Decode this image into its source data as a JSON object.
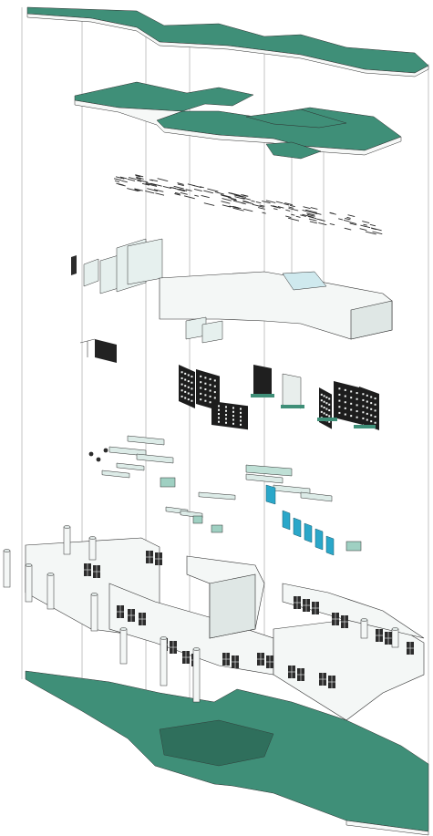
{
  "colors": {
    "floor": "#3f8f78",
    "floor_dark": "#2f6f5c",
    "accent_blue": "#2aa7c9",
    "line": "#2e2e2e",
    "wall": "#f4f7f6"
  },
  "layers": [
    "roof-slab",
    "upper-floor-slab",
    "ceiling-installation",
    "partition-panels",
    "screens-and-grilles",
    "furniture-and-fittings",
    "ground-floor-walls",
    "ground-floor-slab"
  ]
}
